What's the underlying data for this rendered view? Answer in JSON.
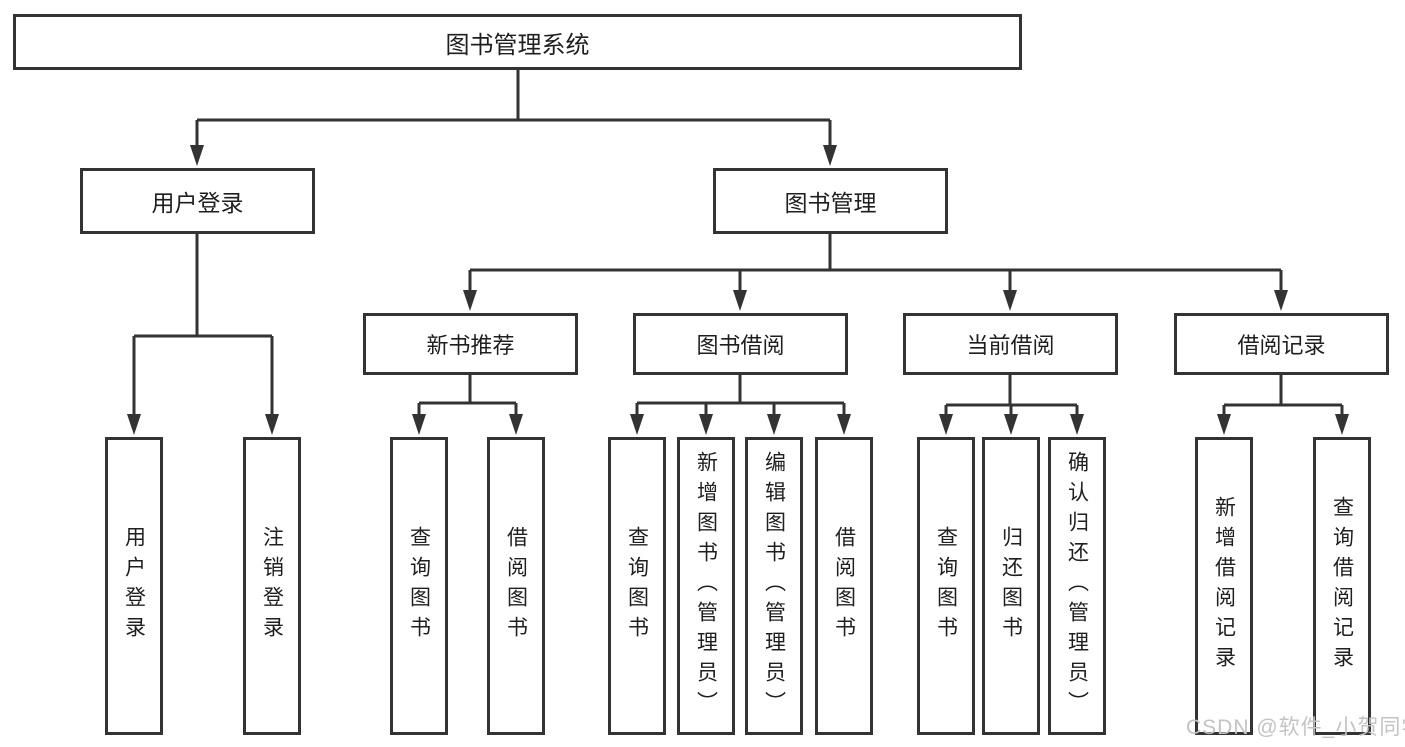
{
  "diagram": {
    "root": {
      "label": "图书管理系统"
    },
    "branches": [
      {
        "label": "用户登录",
        "children": [
          {
            "label": "用户登录"
          },
          {
            "label": "注销登录"
          }
        ]
      },
      {
        "label": "图书管理",
        "children": [
          {
            "label": "新书推荐",
            "children": [
              {
                "label": "查询图书"
              },
              {
                "label": "借阅图书"
              }
            ]
          },
          {
            "label": "图书借阅",
            "children": [
              {
                "label": "查询图书"
              },
              {
                "label": "新增图书（管理员）"
              },
              {
                "label": "编辑图书（管理员）"
              },
              {
                "label": "借阅图书"
              }
            ]
          },
          {
            "label": "当前借阅",
            "children": [
              {
                "label": "查询图书"
              },
              {
                "label": "归还图书"
              },
              {
                "label": "确认归还（管理员）"
              }
            ]
          },
          {
            "label": "借阅记录",
            "children": [
              {
                "label": "新增借阅记录"
              },
              {
                "label": "查询借阅记录"
              }
            ]
          }
        ]
      }
    ]
  },
  "watermark": {
    "text": "CSDN @软件_小贺同学"
  },
  "colors": {
    "line": "#333333",
    "box_border": "#333333",
    "text": "#1f1f1f",
    "background": "#ffffff",
    "watermark": "#c3c3c3"
  }
}
